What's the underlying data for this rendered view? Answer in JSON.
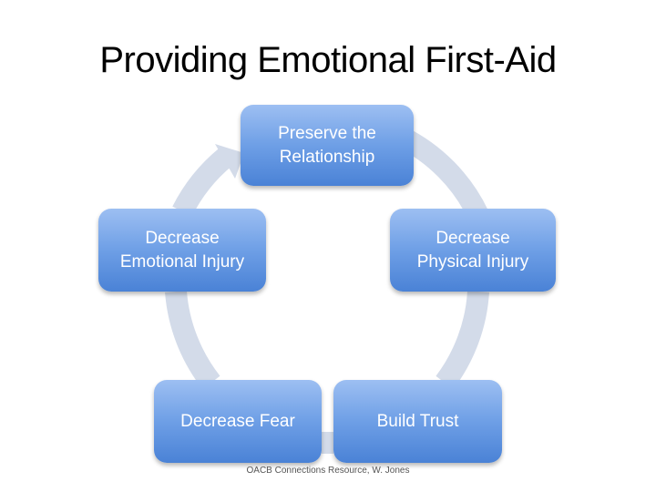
{
  "title": "Providing Emotional First-Aid",
  "cycle": {
    "direction": "clockwise",
    "nodes": [
      {
        "label": "Preserve the\nRelationship"
      },
      {
        "label": "Decrease\nPhysical Injury"
      },
      {
        "label": "Build Trust"
      },
      {
        "label": "Decrease Fear"
      },
      {
        "label": "Decrease\nEmotional Injury"
      }
    ]
  },
  "colors": {
    "node_top": "#9dbff2",
    "node_bottom": "#4a82d6",
    "ring": "#d3dbe9",
    "node_text": "#ffffff",
    "title_text": "#000000"
  },
  "footer": "OACB Connections Resource, W. Jones"
}
